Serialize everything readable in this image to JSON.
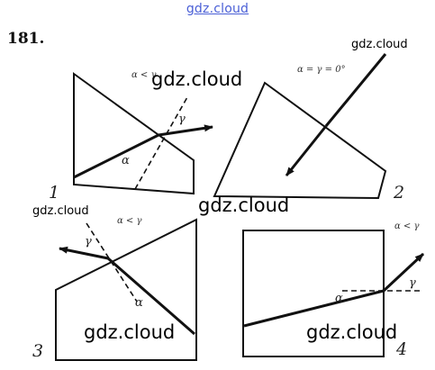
{
  "header": {
    "site": "gdz.cloud"
  },
  "problem": {
    "number": "181."
  },
  "watermarks": {
    "w1": "gdz.cloud",
    "w2": "gdz.cloud",
    "w3": "gdz.cloud",
    "w4": "gdz.cloud",
    "w5": "gdz.cloud",
    "w6": "gdz.cloud",
    "w7": "gdz.cloud"
  },
  "figures": [
    {
      "number": "1",
      "condition": "α < γ",
      "angle_in": "α",
      "angle_out": "γ"
    },
    {
      "number": "2",
      "condition": "α = γ = 0°"
    },
    {
      "number": "3",
      "condition": "α < γ",
      "angle_in": "α",
      "angle_out": "γ"
    },
    {
      "number": "4",
      "condition": "α < γ",
      "angle_in": "α",
      "angle_out": "γ"
    }
  ]
}
